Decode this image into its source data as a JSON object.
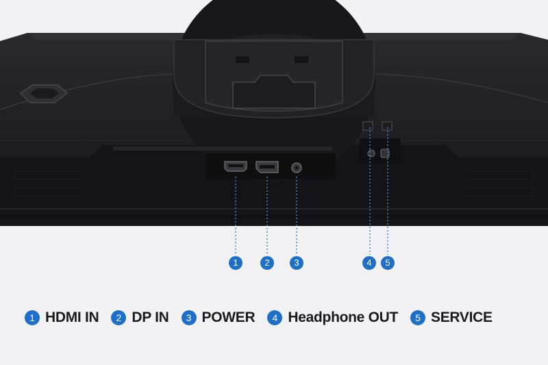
{
  "callouts": [
    "1",
    "2",
    "3",
    "4",
    "5"
  ],
  "legend": [
    {
      "number": "1",
      "label": "HDMI IN"
    },
    {
      "number": "2",
      "label": "DP IN"
    },
    {
      "number": "3",
      "label": "POWER"
    },
    {
      "number": "4",
      "label": "Headphone OUT"
    },
    {
      "number": "5",
      "label": "SERVICE"
    }
  ],
  "colors": {
    "accent": "#1d6fc7",
    "monitor": "#1c1c1e",
    "background": "#f2f2f4",
    "text": "#1a1a1a"
  }
}
